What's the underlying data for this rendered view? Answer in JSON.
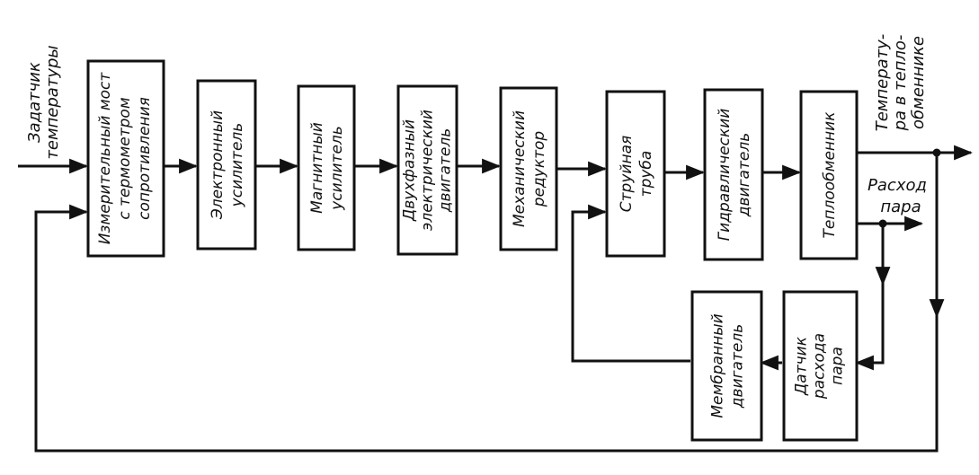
{
  "diagram": {
    "blocks": {
      "meas_bridge": [
        "Измерительный мост",
        "с термометром",
        "сопротивления"
      ],
      "el_amp": [
        "Электронный",
        "усилитель"
      ],
      "mag_amp": [
        "Магнитный",
        "усилитель"
      ],
      "two_phase_motor": [
        "Двухфазный",
        "электрический",
        "двигатель"
      ],
      "mech_reducer": [
        "Механический",
        "редуктор"
      ],
      "jet_pipe": [
        "Струйная",
        "труба"
      ],
      "hydr_motor": [
        "Гидравлический",
        "двигатель"
      ],
      "heat_exch": [
        "Теплообменник"
      ],
      "membrane_motor": [
        "Мембранный",
        "двигатель"
      ],
      "flow_sensor": [
        "Датчик",
        "расхода",
        "пара"
      ]
    },
    "inputs": {
      "setpoint": [
        "Задатчик",
        "температуры"
      ]
    },
    "outputs": {
      "temperature": [
        "Температу-",
        "ра в тепло-",
        "обменнике"
      ],
      "steam_flow": [
        "Расход",
        "пара"
      ]
    }
  }
}
